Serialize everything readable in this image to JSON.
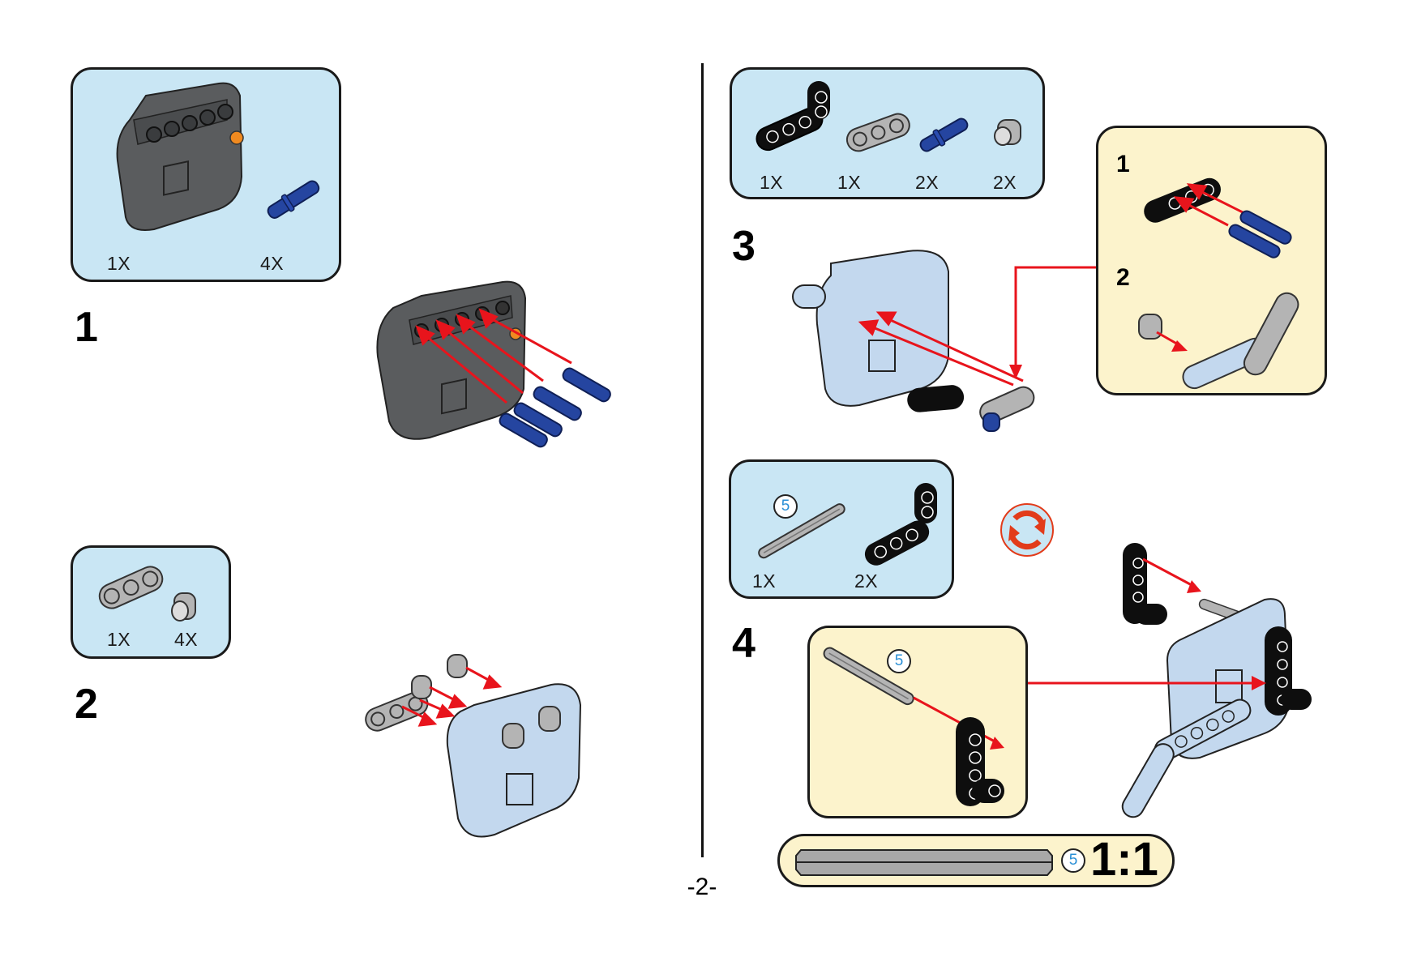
{
  "page": {
    "number_label": "-2-"
  },
  "colors": {
    "parts_box_bg": "#c9e6f4",
    "substep_box_bg": "#fcf3cc",
    "arrow_red": "#e8141c",
    "hub_dark": "#5a5c5e",
    "hub_light": "#c3d8ee",
    "pin_blue": "#2545a0",
    "beam_gray": "#b4b4b4",
    "beam_black": "#0e0e0e",
    "rotate_icon": "#e23b1a"
  },
  "steps": [
    {
      "number": "1",
      "parts": [
        {
          "name": "dark-gray smart hub",
          "qty": "1X"
        },
        {
          "name": "blue pin",
          "qty": "4X"
        }
      ]
    },
    {
      "number": "2",
      "parts": [
        {
          "name": "gray 3-hole beam",
          "qty": "1X"
        },
        {
          "name": "gray bush",
          "qty": "4X"
        }
      ]
    },
    {
      "number": "3",
      "parts": [
        {
          "name": "black L-beam",
          "qty": "1X"
        },
        {
          "name": "gray 3-hole beam",
          "qty": "1X"
        },
        {
          "name": "blue pin",
          "qty": "2X"
        },
        {
          "name": "gray bush",
          "qty": "2X"
        }
      ],
      "substeps": [
        {
          "number": "1"
        },
        {
          "number": "2"
        }
      ]
    },
    {
      "number": "4",
      "parts": [
        {
          "name": "gray axle",
          "length_badge": "5",
          "qty": "1X"
        },
        {
          "name": "black L-beam",
          "qty": "2X"
        }
      ],
      "substep_axle_badge": "5",
      "rotate_icon": "rotate-model-icon"
    }
  ],
  "ruler": {
    "axle_length_badge": "5",
    "scale_label": "1:1"
  }
}
